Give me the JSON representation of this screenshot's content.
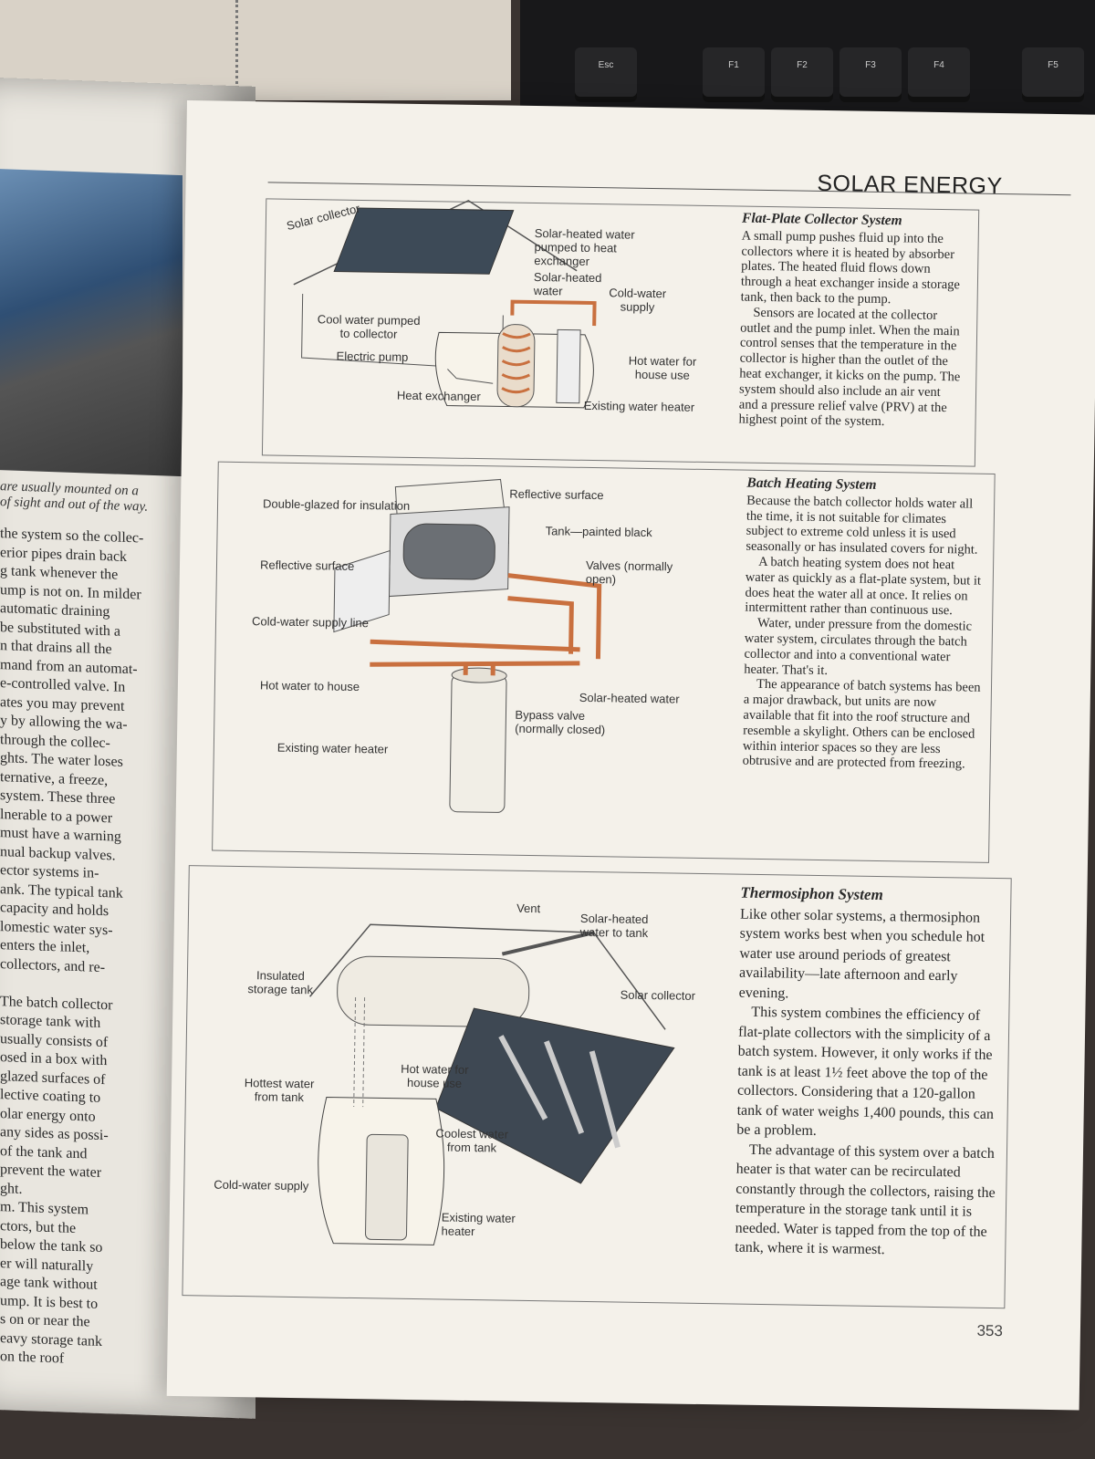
{
  "keyboard": {
    "keys": [
      "Esc",
      "F1",
      "F2",
      "F3",
      "F4",
      "F5"
    ]
  },
  "left_page": {
    "caption": "are usually mounted on a\nof sight and out of the way.",
    "text": "the system so the collec-\nerior pipes drain back\ng tank whenever the\nump is not on. In milder\nautomatic draining\nbe substituted with a\nn that drains all the\nmand from an automat-\ne-controlled valve. In\nates you may prevent\ny by allowing the wa-\nthrough the collec-\nghts. The water loses\nternative, a freeze,\nsystem. These three\nlnerable to a power\nmust have a warning\nnual backup valves.\nector systems in-\nank. The typical tank\ncapacity and holds\nlomestic water sys-\nenters the inlet,\ncollectors, and re-\n\nThe batch collector\nstorage tank with\nusually consists of\nosed in a box with\nglazed surfaces of\nlective coating to\nolar energy onto\nany sides as possi-\nof the tank and\nprevent the water\nght.\nm. This system\nctors, but the\nbelow the tank so\ner will naturally\nage tank without\nump. It is best to\ns on or near the\neavy storage tank\non the roof"
  },
  "page": {
    "header": "SOLAR ENERGY",
    "page_number": "353",
    "sections": [
      {
        "title": "Flat-Plate Collector System",
        "paragraphs": [
          "A small pump pushes fluid up into the collectors where it is heated by absorber plates. The heated fluid flows down through a heat exchanger inside a storage tank, then back to the pump.",
          "Sensors are located at the collector outlet and the pump inlet. When the main control senses that the temperature in the collector is higher than the outlet of the heat exchanger, it kicks on the pump. The system should also include an air vent and a pressure relief valve (PRV) at the highest point of the system."
        ],
        "labels": {
          "solar_collector": "Solar collector",
          "solar_heated_pumped": "Solar-heated water pumped to heat exchanger",
          "solar_heated_water": "Solar-heated water",
          "cold_water_supply": "Cold-water supply",
          "cool_water_pumped": "Cool water pumped to collector",
          "electric_pump": "Electric pump",
          "hot_water_house": "Hot water for house use",
          "heat_exchanger": "Heat exchanger",
          "existing_heater": "Existing water heater"
        }
      },
      {
        "title": "Batch Heating System",
        "paragraphs": [
          "Because the batch collector holds water all the time, it is not suitable for climates subject to extreme cold unless it is used seasonally or has insulated covers for night.",
          "A batch heating system does not heat water as quickly as a flat-plate system, but it does heat the water all at once. It relies on intermittent rather than continuous use.",
          "Water, under pressure from the domestic water system, circulates through the batch collector and into a conventional water heater. That's it.",
          "The appearance of batch systems has been a major drawback, but units are now available that fit into the roof structure and resemble a skylight. Others can be enclosed within interior spaces so they are less obtrusive and are protected from freezing."
        ],
        "labels": {
          "double_glazed": "Double-glazed for insulation",
          "reflective_top": "Reflective surface",
          "tank_black": "Tank—painted black",
          "reflective_side": "Reflective surface",
          "valves": "Valves (normally open)",
          "cold_supply_line": "Cold-water supply line",
          "hot_to_house": "Hot water to house",
          "solar_heated": "Solar-heated water",
          "bypass": "Bypass valve (normally closed)",
          "existing_heater": "Existing water heater"
        }
      },
      {
        "title": "Thermosiphon System",
        "paragraphs": [
          "Like other solar systems, a thermosiphon system works best when you schedule hot water use around periods of greatest availability—late afternoon and early evening.",
          "This system combines the efficiency of flat-plate collectors with the simplicity of a batch system. However, it only works if the tank is at least 1½ feet above the top of the collectors. Considering that a 120-gallon tank of water weighs 1,400 pounds, this can be a problem.",
          "The advantage of this system over a batch heater is that water can be recirculated constantly through the collectors, raising the temperature in the storage tank until it is needed. Water is tapped from the top of the tank, where it is warmest."
        ],
        "labels": {
          "vent": "Vent",
          "solar_to_tank": "Solar-heated water to tank",
          "insulated_tank": "Insulated storage tank",
          "solar_collector": "Solar collector",
          "hot_house_use": "Hot water for house use",
          "hottest_water": "Hottest water from tank",
          "coolest_water": "Coolest water from tank",
          "cold_supply": "Cold-water supply",
          "existing_heater": "Existing water heater"
        }
      }
    ]
  }
}
